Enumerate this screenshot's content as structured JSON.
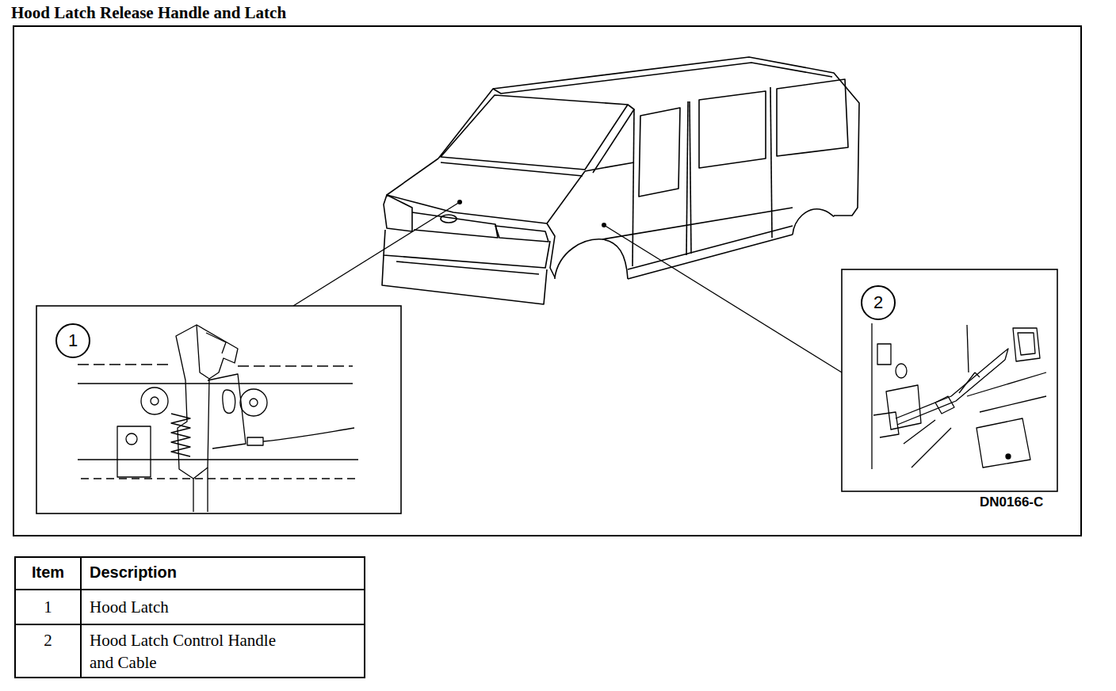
{
  "diagram": {
    "title": "Hood Latch Release Handle and Latch",
    "nodes": [
      {
        "text": [
          "1"
        ]
      },
      {
        "text": [
          "2"
        ]
      }
    ],
    "labels": [
      "DN0166-C",
      "Item",
      "Description",
      "1",
      "Hood Latch",
      "2",
      "Hood Latch Control Handle and Cable"
    ]
  }
}
